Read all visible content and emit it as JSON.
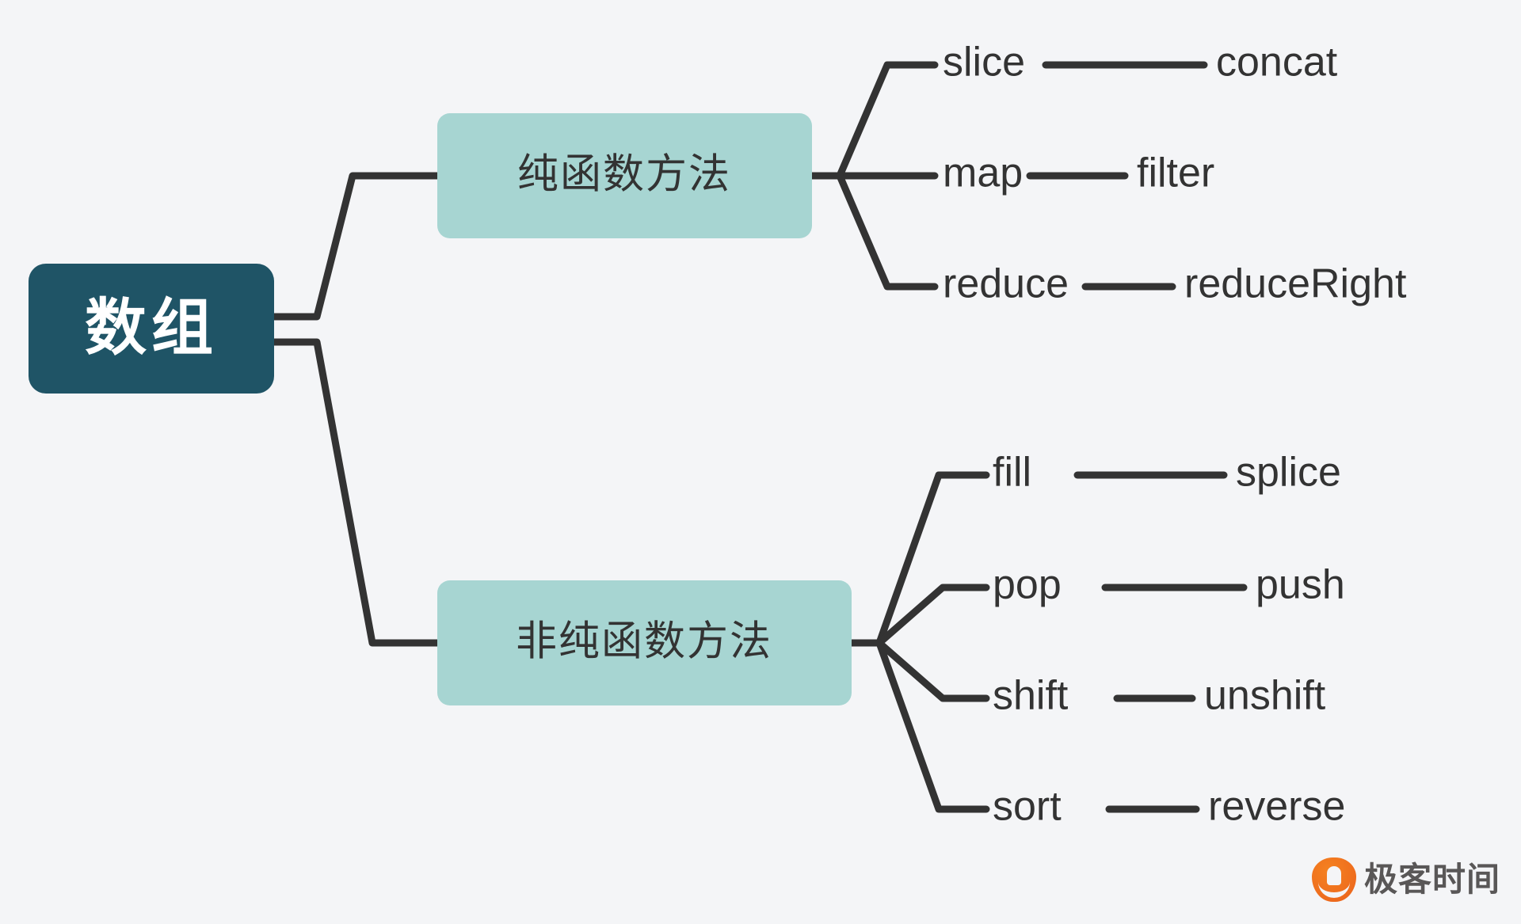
{
  "diagram": {
    "type": "mind-map",
    "background_color": "#f4f5f7",
    "line_color": "#333333",
    "root": {
      "label": "数组",
      "fill": "#1f5466",
      "text_color": "#ffffff"
    },
    "branches": [
      {
        "label": "纯函数方法",
        "fill": "#a7d5d2",
        "text_color": "#333333",
        "leaves": [
          {
            "left": "slice",
            "right": "concat"
          },
          {
            "left": "map",
            "right": "filter"
          },
          {
            "left": "reduce",
            "right": "reduceRight"
          }
        ]
      },
      {
        "label": "非纯函数方法",
        "fill": "#a7d5d2",
        "text_color": "#333333",
        "leaves": [
          {
            "left": "fill",
            "right": "splice"
          },
          {
            "left": "pop",
            "right": "push"
          },
          {
            "left": "shift",
            "right": "unshift"
          },
          {
            "left": "sort",
            "right": "reverse"
          }
        ]
      }
    ]
  },
  "watermark": {
    "brand_text": "极客时间",
    "mark_color": "#ef6f1e",
    "text_color": "#595757",
    "icon": "geektime-drop-icon"
  }
}
